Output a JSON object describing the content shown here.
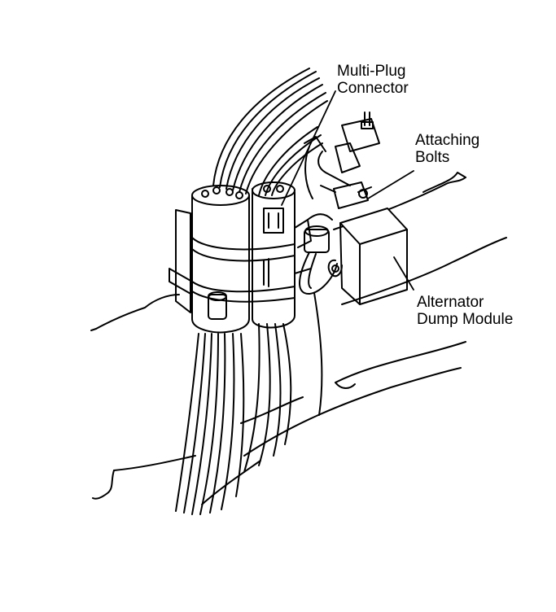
{
  "labels": {
    "multi_plug": {
      "line1": "Multi-Plug",
      "line2": "Connector"
    },
    "attaching_bolts": {
      "line1": "Attaching",
      "line2": "Bolts"
    },
    "dump_module": {
      "line1": "Alternator",
      "line2": "Dump Module"
    }
  },
  "colors": {
    "ink": "#000000",
    "paper": "#ffffff"
  }
}
